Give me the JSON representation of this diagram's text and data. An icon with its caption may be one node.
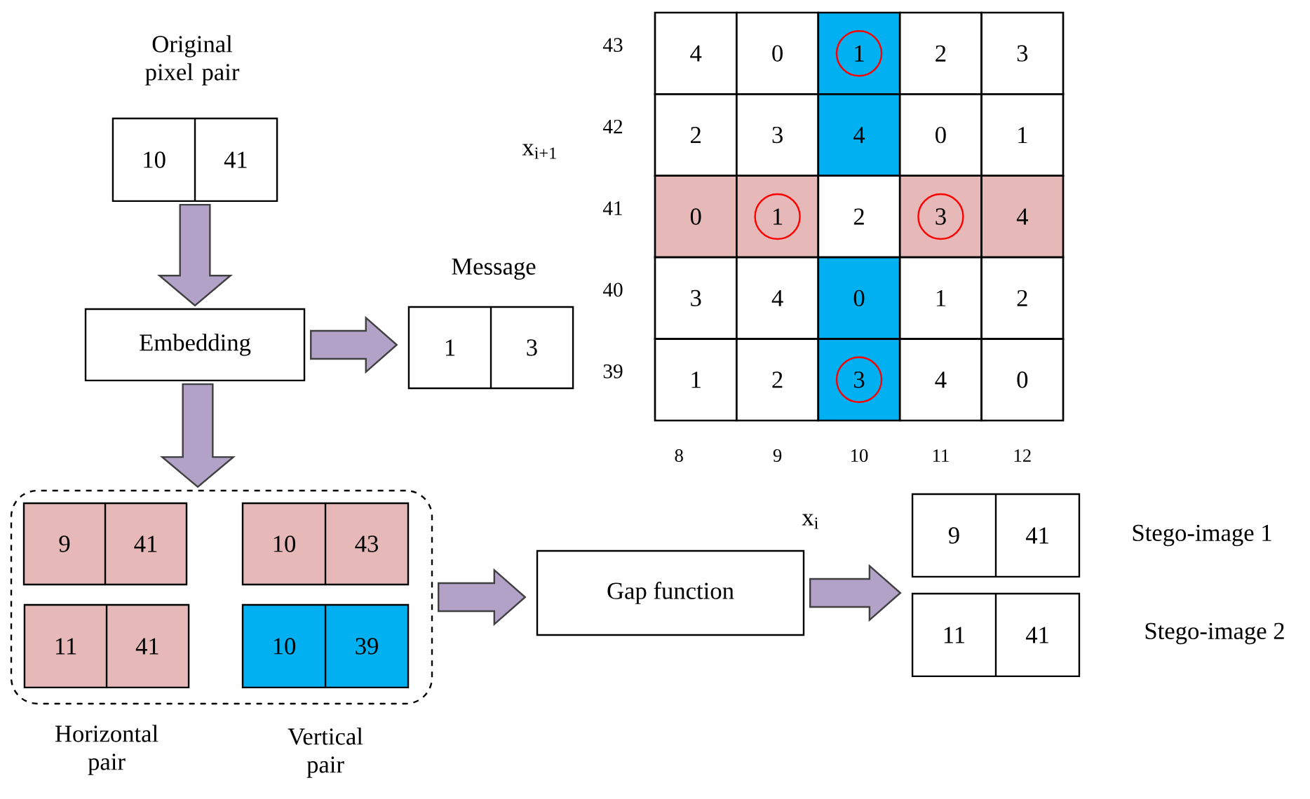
{
  "diagram": {
    "nodes": [
      {
        "text": [
          "Original pixel pair",
          "10",
          "41"
        ]
      },
      {
        "text": [
          "Embedding"
        ]
      },
      {
        "text": [
          "Message",
          "1",
          "3"
        ]
      },
      {
        "text": [],
        "shape": "box"
      },
      {
        "text": [
          "9",
          "41"
        ],
        "in": 3
      },
      {
        "text": [
          "10",
          "43"
        ],
        "in": 3
      },
      {
        "text": [
          "11",
          "41"
        ],
        "in": 3
      },
      {
        "text": [
          "10",
          "39"
        ],
        "in": 3
      },
      {
        "text": [
          "Gap function"
        ]
      },
      {
        "text": [
          "9",
          "41"
        ],
        "beside": [
          "Stego-image 1"
        ]
      },
      {
        "text": [
          "11",
          "41"
        ],
        "beside": [
          "Stego-image 2"
        ]
      }
    ],
    "edges": [
      {
        "from": 0,
        "to": 1,
        "arrow": "to"
      },
      {
        "from": 1,
        "to": 2,
        "arrow": "to"
      },
      {
        "from": 1,
        "to": 3,
        "arrow": "to"
      },
      {
        "from": 3,
        "to": 8,
        "arrow": "to"
      },
      {
        "from": 8,
        "to": 9,
        "arrow": "to"
      }
    ],
    "labels": [
      "43",
      "4",
      "0",
      "1",
      "2",
      "3",
      "42",
      "2",
      "3",
      "4",
      "0",
      "1",
      "41",
      "0",
      "1",
      "2",
      "3",
      "4",
      "40",
      "3",
      "4",
      "0",
      "1",
      "2",
      "39",
      "1",
      "2",
      "3",
      "4",
      "0",
      "x$_{i+1}$",
      "8",
      "9",
      "10",
      "11",
      "12",
      "x$_{i}$",
      "Horizontal pair",
      "Vertical pair"
    ]
  }
}
